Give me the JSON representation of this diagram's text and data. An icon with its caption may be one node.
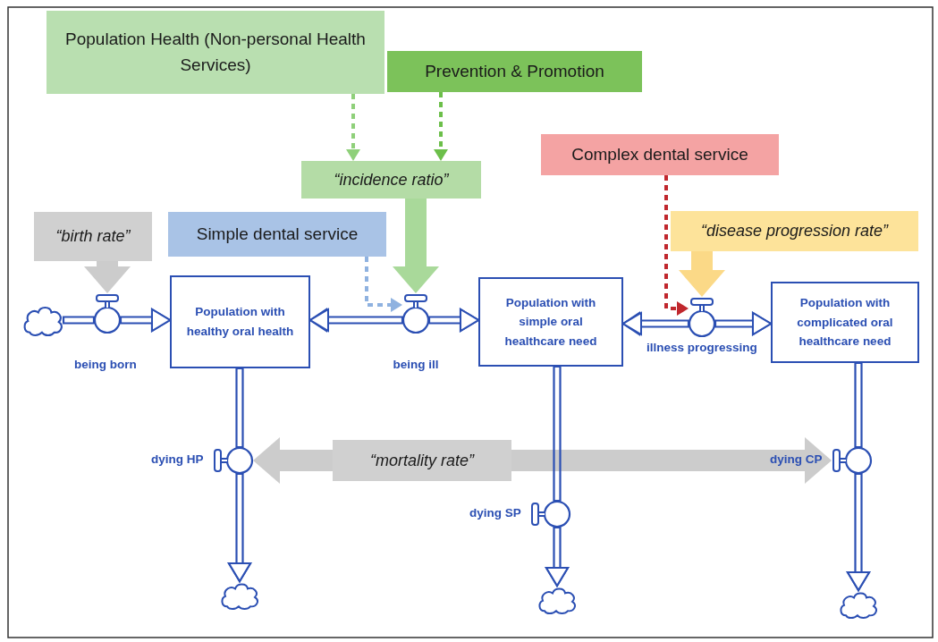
{
  "diagram": {
    "nodes": [
      {
        "text": [
          "Population Health (Non-personal Health Services)"
        ]
      },
      {
        "text": [
          "Prevention & Promotion"
        ]
      },
      {
        "text": [
          "“incidence ratio”"
        ]
      },
      {
        "text": [
          "Complex dental service"
        ]
      },
      {
        "text": [
          "“birth rate”"
        ]
      },
      {
        "text": [
          "Simple dental service"
        ]
      },
      {
        "text": [
          "“disease progression rate”"
        ]
      },
      {
        "text": [],
        "shape": "cloud"
      },
      {
        "text": [],
        "shape": "valve",
        "beside": [
          "being born"
        ]
      },
      {
        "text": [
          "Population with healthy oral health"
        ]
      },
      {
        "text": [],
        "shape": "valve",
        "beside": [
          "being ill"
        ]
      },
      {
        "text": [
          "Population with simple oral healthcare need"
        ]
      },
      {
        "text": [],
        "shape": "valve",
        "beside": [
          "illness progressing"
        ]
      },
      {
        "text": [
          "Population with complicated oral healthcare need"
        ]
      },
      {
        "text": [
          "“mortality rate”"
        ]
      },
      {
        "text": [],
        "shape": "valve",
        "beside": [
          "dying HP"
        ]
      },
      {
        "text": [],
        "shape": "valve",
        "beside": [
          "dying SP"
        ]
      },
      {
        "text": [],
        "shape": "valve",
        "beside": [
          "dying CP"
        ]
      },
      {
        "text": [],
        "shape": "cloud"
      },
      {
        "text": [],
        "shape": "cloud"
      },
      {
        "text": [],
        "shape": "cloud"
      }
    ],
    "edges": [
      {
        "from": 0,
        "to": 2,
        "arrow": "to",
        "style": "dashed",
        "color": "#8fd07a"
      },
      {
        "from": 1,
        "to": 2,
        "arrow": "to",
        "style": "dashed",
        "color": "#6cbf4a"
      },
      {
        "from": 5,
        "to": 10,
        "arrow": "to",
        "style": "dashed",
        "color": "#8fb2e0"
      },
      {
        "from": 2,
        "to": 10,
        "arrow": "to",
        "style": "thick",
        "color": "#a9d99a"
      },
      {
        "from": 3,
        "to": 12,
        "arrow": "to",
        "style": "dashed",
        "color": "#c0272d"
      },
      {
        "from": 4,
        "to": 8,
        "arrow": "to",
        "style": "thick",
        "color": "#cccccc"
      },
      {
        "from": 6,
        "to": 12,
        "arrow": "to",
        "style": "thick",
        "color": "#fbd987"
      },
      {
        "from": 14,
        "to": 15,
        "arrow": "to",
        "style": "thick",
        "color": "#cccccc"
      },
      {
        "from": 14,
        "to": 17,
        "arrow": "to",
        "style": "thick",
        "color": "#cccccc"
      },
      {
        "from": 7,
        "to": 8,
        "arrow": "none"
      },
      {
        "from": 8,
        "to": 9,
        "arrow": "to"
      },
      {
        "from": 10,
        "to": 9,
        "arrow": "to"
      },
      {
        "from": 10,
        "to": 11,
        "arrow": "to"
      },
      {
        "from": 12,
        "to": 11,
        "arrow": "to"
      },
      {
        "from": 12,
        "to": 13,
        "arrow": "to"
      },
      {
        "from": 9,
        "to": 15,
        "arrow": "none"
      },
      {
        "from": 15,
        "to": 18,
        "arrow": "to"
      },
      {
        "from": 11,
        "to": 16,
        "arrow": "none"
      },
      {
        "from": 16,
        "to": 19,
        "arrow": "to"
      },
      {
        "from": 13,
        "to": 17,
        "arrow": "none"
      },
      {
        "from": 17,
        "to": 20,
        "arrow": "to"
      }
    ]
  }
}
